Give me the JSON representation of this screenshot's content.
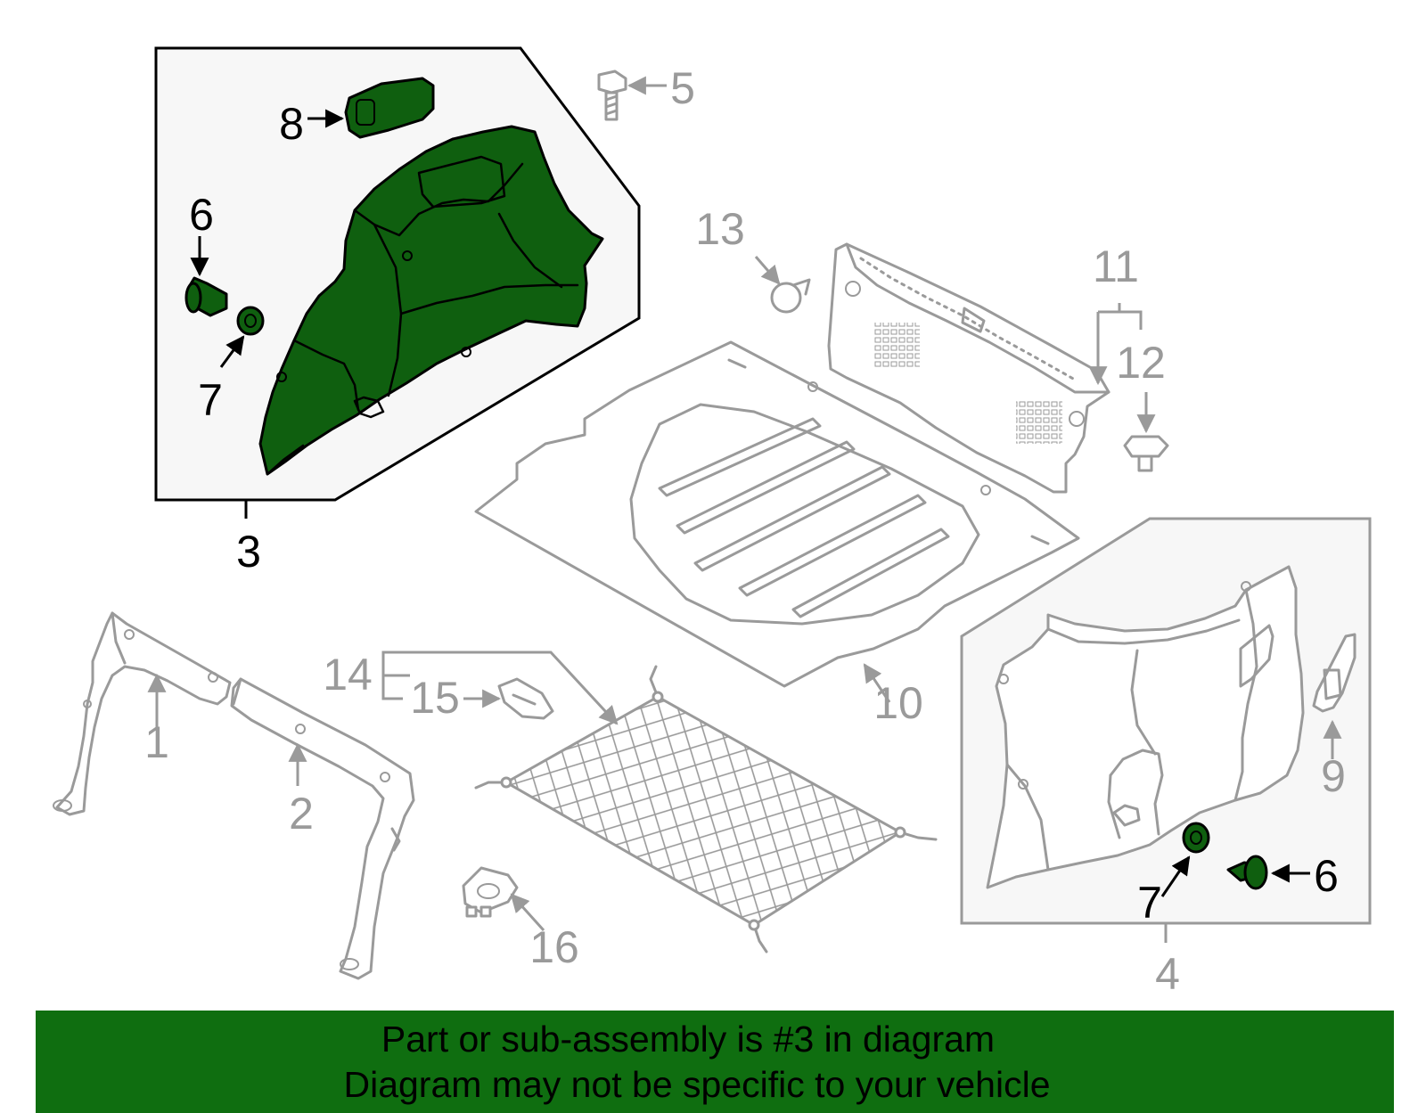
{
  "colors": {
    "highlight_fill": "#0f5f0f",
    "banner_bg": "#0f6e10",
    "dim_line": "#9a9a9a",
    "panel_bg": "#f7f7f7"
  },
  "labels": {
    "p1": "1",
    "p2": "2",
    "p3": "3",
    "p4": "4",
    "p5": "5",
    "p6a": "6",
    "p6b": "6",
    "p7a": "7",
    "p7b": "7",
    "p8": "8",
    "p9": "9",
    "p10": "10",
    "p11": "11",
    "p12": "12",
    "p13": "13",
    "p14": "14",
    "p15": "15",
    "p16": "16"
  },
  "banner": {
    "line1": "Part or sub-assembly is #3 in diagram",
    "line2": "Diagram may not be specific to your vehicle"
  }
}
